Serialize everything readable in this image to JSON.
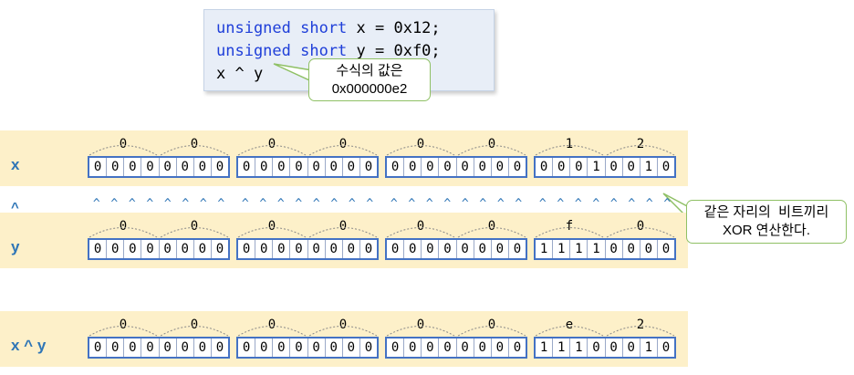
{
  "code": {
    "line1": {
      "kw": "unsigned short",
      "rest": " x = 0x12;"
    },
    "line2": {
      "kw": "unsigned short",
      "rest": " y = 0xf0;"
    },
    "line3": "x ^ y"
  },
  "callout_value": {
    "line1": "수식의 값은",
    "line2": "0x000000e2"
  },
  "callout_bits": {
    "line1": "같은 자리의  비트끼리",
    "line2": "XOR 연산한다."
  },
  "rows": [
    {
      "label": "x",
      "hex": [
        "0",
        "0",
        "0",
        "0",
        "0",
        "0",
        "1",
        "2"
      ],
      "bits": [
        "00000000",
        "00000000",
        "00000000",
        "00010010"
      ]
    },
    {
      "label": "y",
      "hex": [
        "0",
        "0",
        "0",
        "0",
        "0",
        "0",
        "f",
        "0"
      ],
      "bits": [
        "00000000",
        "00000000",
        "00000000",
        "11110000"
      ]
    },
    {
      "label": "x ^ y",
      "hex": [
        "0",
        "0",
        "0",
        "0",
        "0",
        "0",
        "e",
        "2"
      ],
      "bits": [
        "00000000",
        "00000000",
        "00000000",
        "11100010"
      ]
    }
  ],
  "operator_row": {
    "label": "^",
    "symbol": "^"
  }
}
